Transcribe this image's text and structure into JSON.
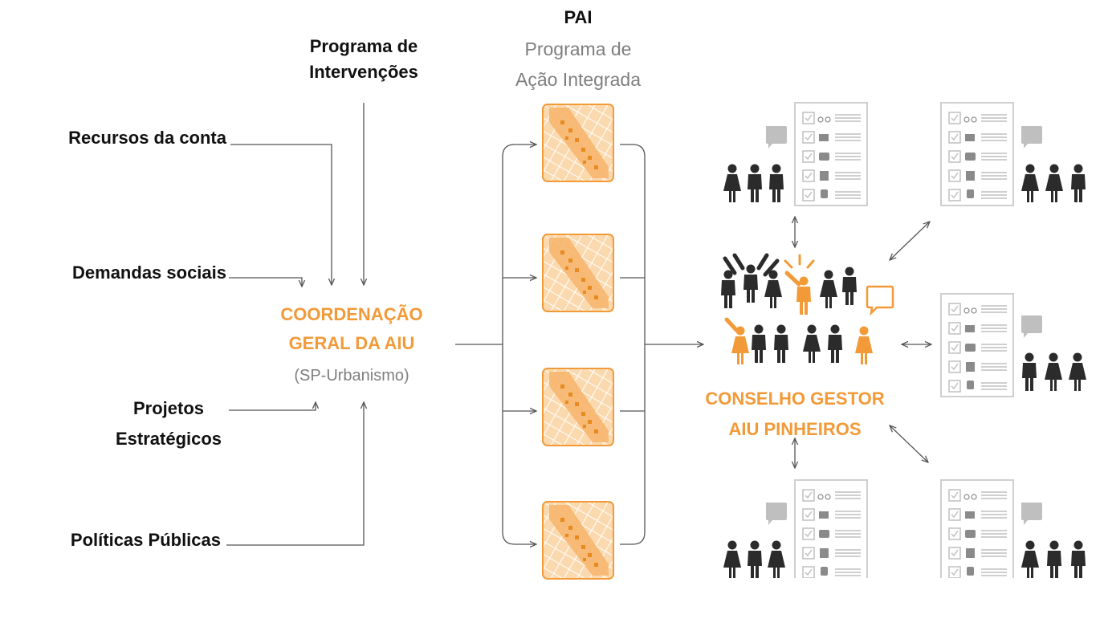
{
  "inputs": {
    "programa_line1": "Programa de",
    "programa_line2": "Intervenções",
    "recursos": "Recursos da conta",
    "demandas": "Demandas sociais",
    "projetos_line1": "Projetos",
    "projetos_line2": "Estratégicos",
    "politicas": "Políticas Públicas"
  },
  "coordenacao": {
    "line1": "COORDENAÇÃO",
    "line2": "GERAL DA AIU",
    "sub": "(SP-Urbanismo)"
  },
  "pai": {
    "title": "PAI",
    "line1": "Programa de",
    "line2": "Ação Integrada"
  },
  "conselho": {
    "line1": "CONSELHO GESTOR",
    "line2": "AIU PINHEIROS"
  },
  "colors": {
    "accent": "#f29a38",
    "dark": "#2b2b2b",
    "line": "#555555",
    "light_grey": "#bfbfbf"
  },
  "icons": [
    "checkbox-icon",
    "bicycle-icon",
    "building-icon",
    "bus-icon",
    "train-icon",
    "speech-bubble-icon",
    "person-icon",
    "map-icon"
  ]
}
